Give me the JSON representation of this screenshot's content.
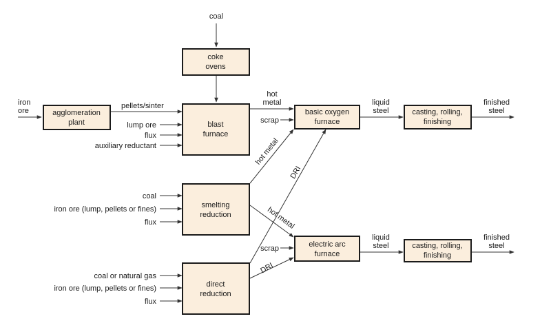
{
  "colors": {
    "box_fill": "#fbeedd",
    "box_border": "#1a1a1a",
    "line": "#333333",
    "text": "#1a1a1a"
  },
  "boxes": {
    "coke_ovens": [
      "coke",
      "ovens"
    ],
    "agglomeration": [
      "agglomeration",
      "plant"
    ],
    "blast_furnace": [
      "blast",
      "furnace"
    ],
    "bof": [
      "basic oxygen",
      "furnace"
    ],
    "casting_top": [
      "casting, rolling,",
      "finishing"
    ],
    "smelting": [
      "smelting",
      "reduction"
    ],
    "eaf": [
      "electric arc",
      "furnace"
    ],
    "casting_bottom": [
      "casting, rolling,",
      "finishing"
    ],
    "direct_reduction": [
      "direct",
      "reduction"
    ]
  },
  "inputs": {
    "coal_top": "coal",
    "iron_ore": [
      "iron",
      "ore"
    ],
    "pellets_sinter": "pellets/sinter",
    "lump_ore": "lump ore",
    "flux_blast": "flux",
    "auxiliary_reductant": "auxiliary reductant",
    "coal_smelting": "coal",
    "iron_ore_smelting": "iron ore (lump, pellets or fines)",
    "flux_smelting": "flux",
    "coal_gas_direct": "coal or natural gas",
    "iron_ore_direct": "iron ore (lump, pellets or fines)",
    "flux_direct": "flux"
  },
  "flows": {
    "hot_metal_top": [
      "hot",
      "metal"
    ],
    "scrap_top": "scrap",
    "liquid_steel_top": [
      "liquid",
      "steel"
    ],
    "finished_steel_top": [
      "finished",
      "steel"
    ],
    "hot_metal_diag_up": "hot metal",
    "dri_diag_up": "DRI",
    "hot_metal_diag_down": "hot metal",
    "scrap_bottom": "scrap",
    "dri_diag_bottom": "DRI",
    "liquid_steel_bottom": [
      "liquid",
      "steel"
    ],
    "finished_steel_bottom": [
      "finished",
      "steel"
    ]
  }
}
